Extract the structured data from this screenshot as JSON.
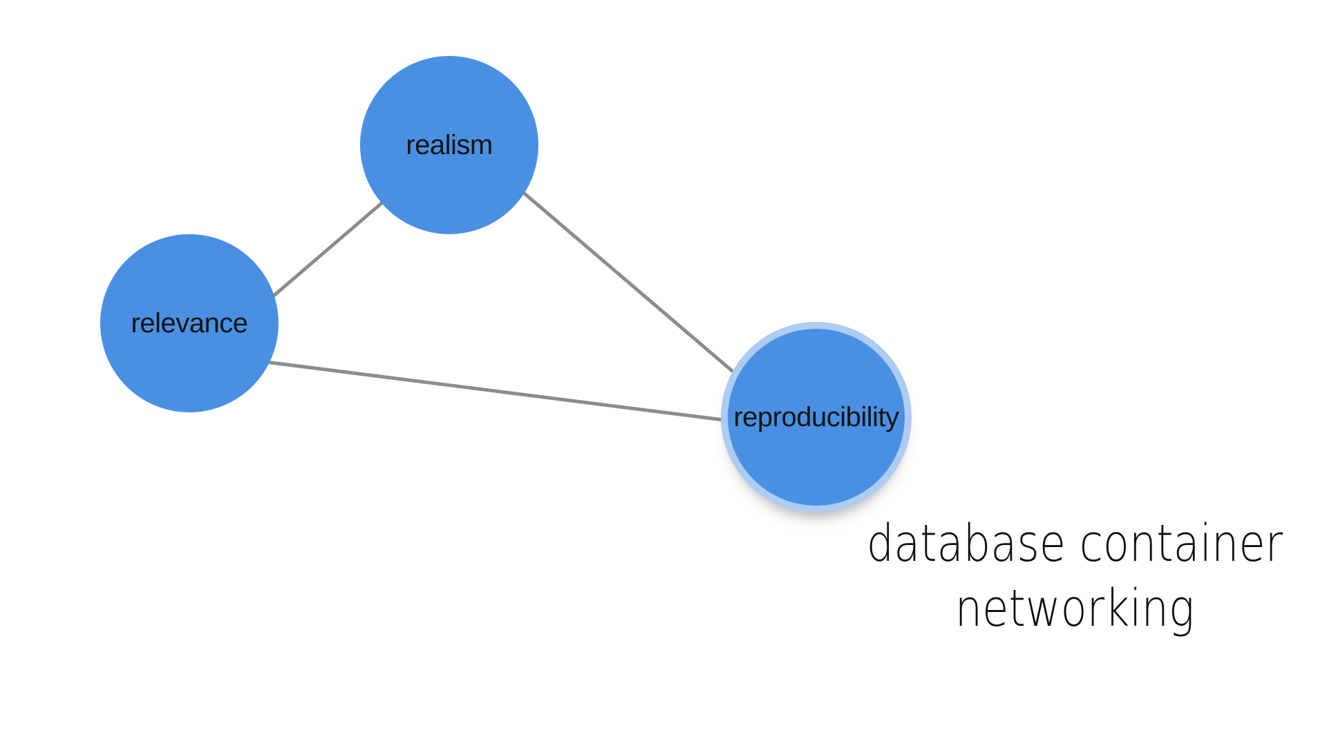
{
  "graph": {
    "nodes": [
      {
        "id": "realism",
        "label": "realism",
        "highlighted": false
      },
      {
        "id": "relevance",
        "label": "relevance",
        "highlighted": false
      },
      {
        "id": "reproducibility",
        "label": "reproducibility",
        "highlighted": true
      }
    ],
    "edges": [
      {
        "from": "relevance",
        "to": "realism"
      },
      {
        "from": "realism",
        "to": "reproducibility"
      },
      {
        "from": "relevance",
        "to": "reproducibility"
      }
    ],
    "colors": {
      "node_fill": "#4a90e2",
      "node_highlight_ring": "#aecbf2",
      "edge": "#8c8c8c",
      "label": "#151515"
    }
  },
  "caption": {
    "lines": {
      "0": "database container",
      "1": "networking"
    },
    "color": "#0d0d0d"
  }
}
